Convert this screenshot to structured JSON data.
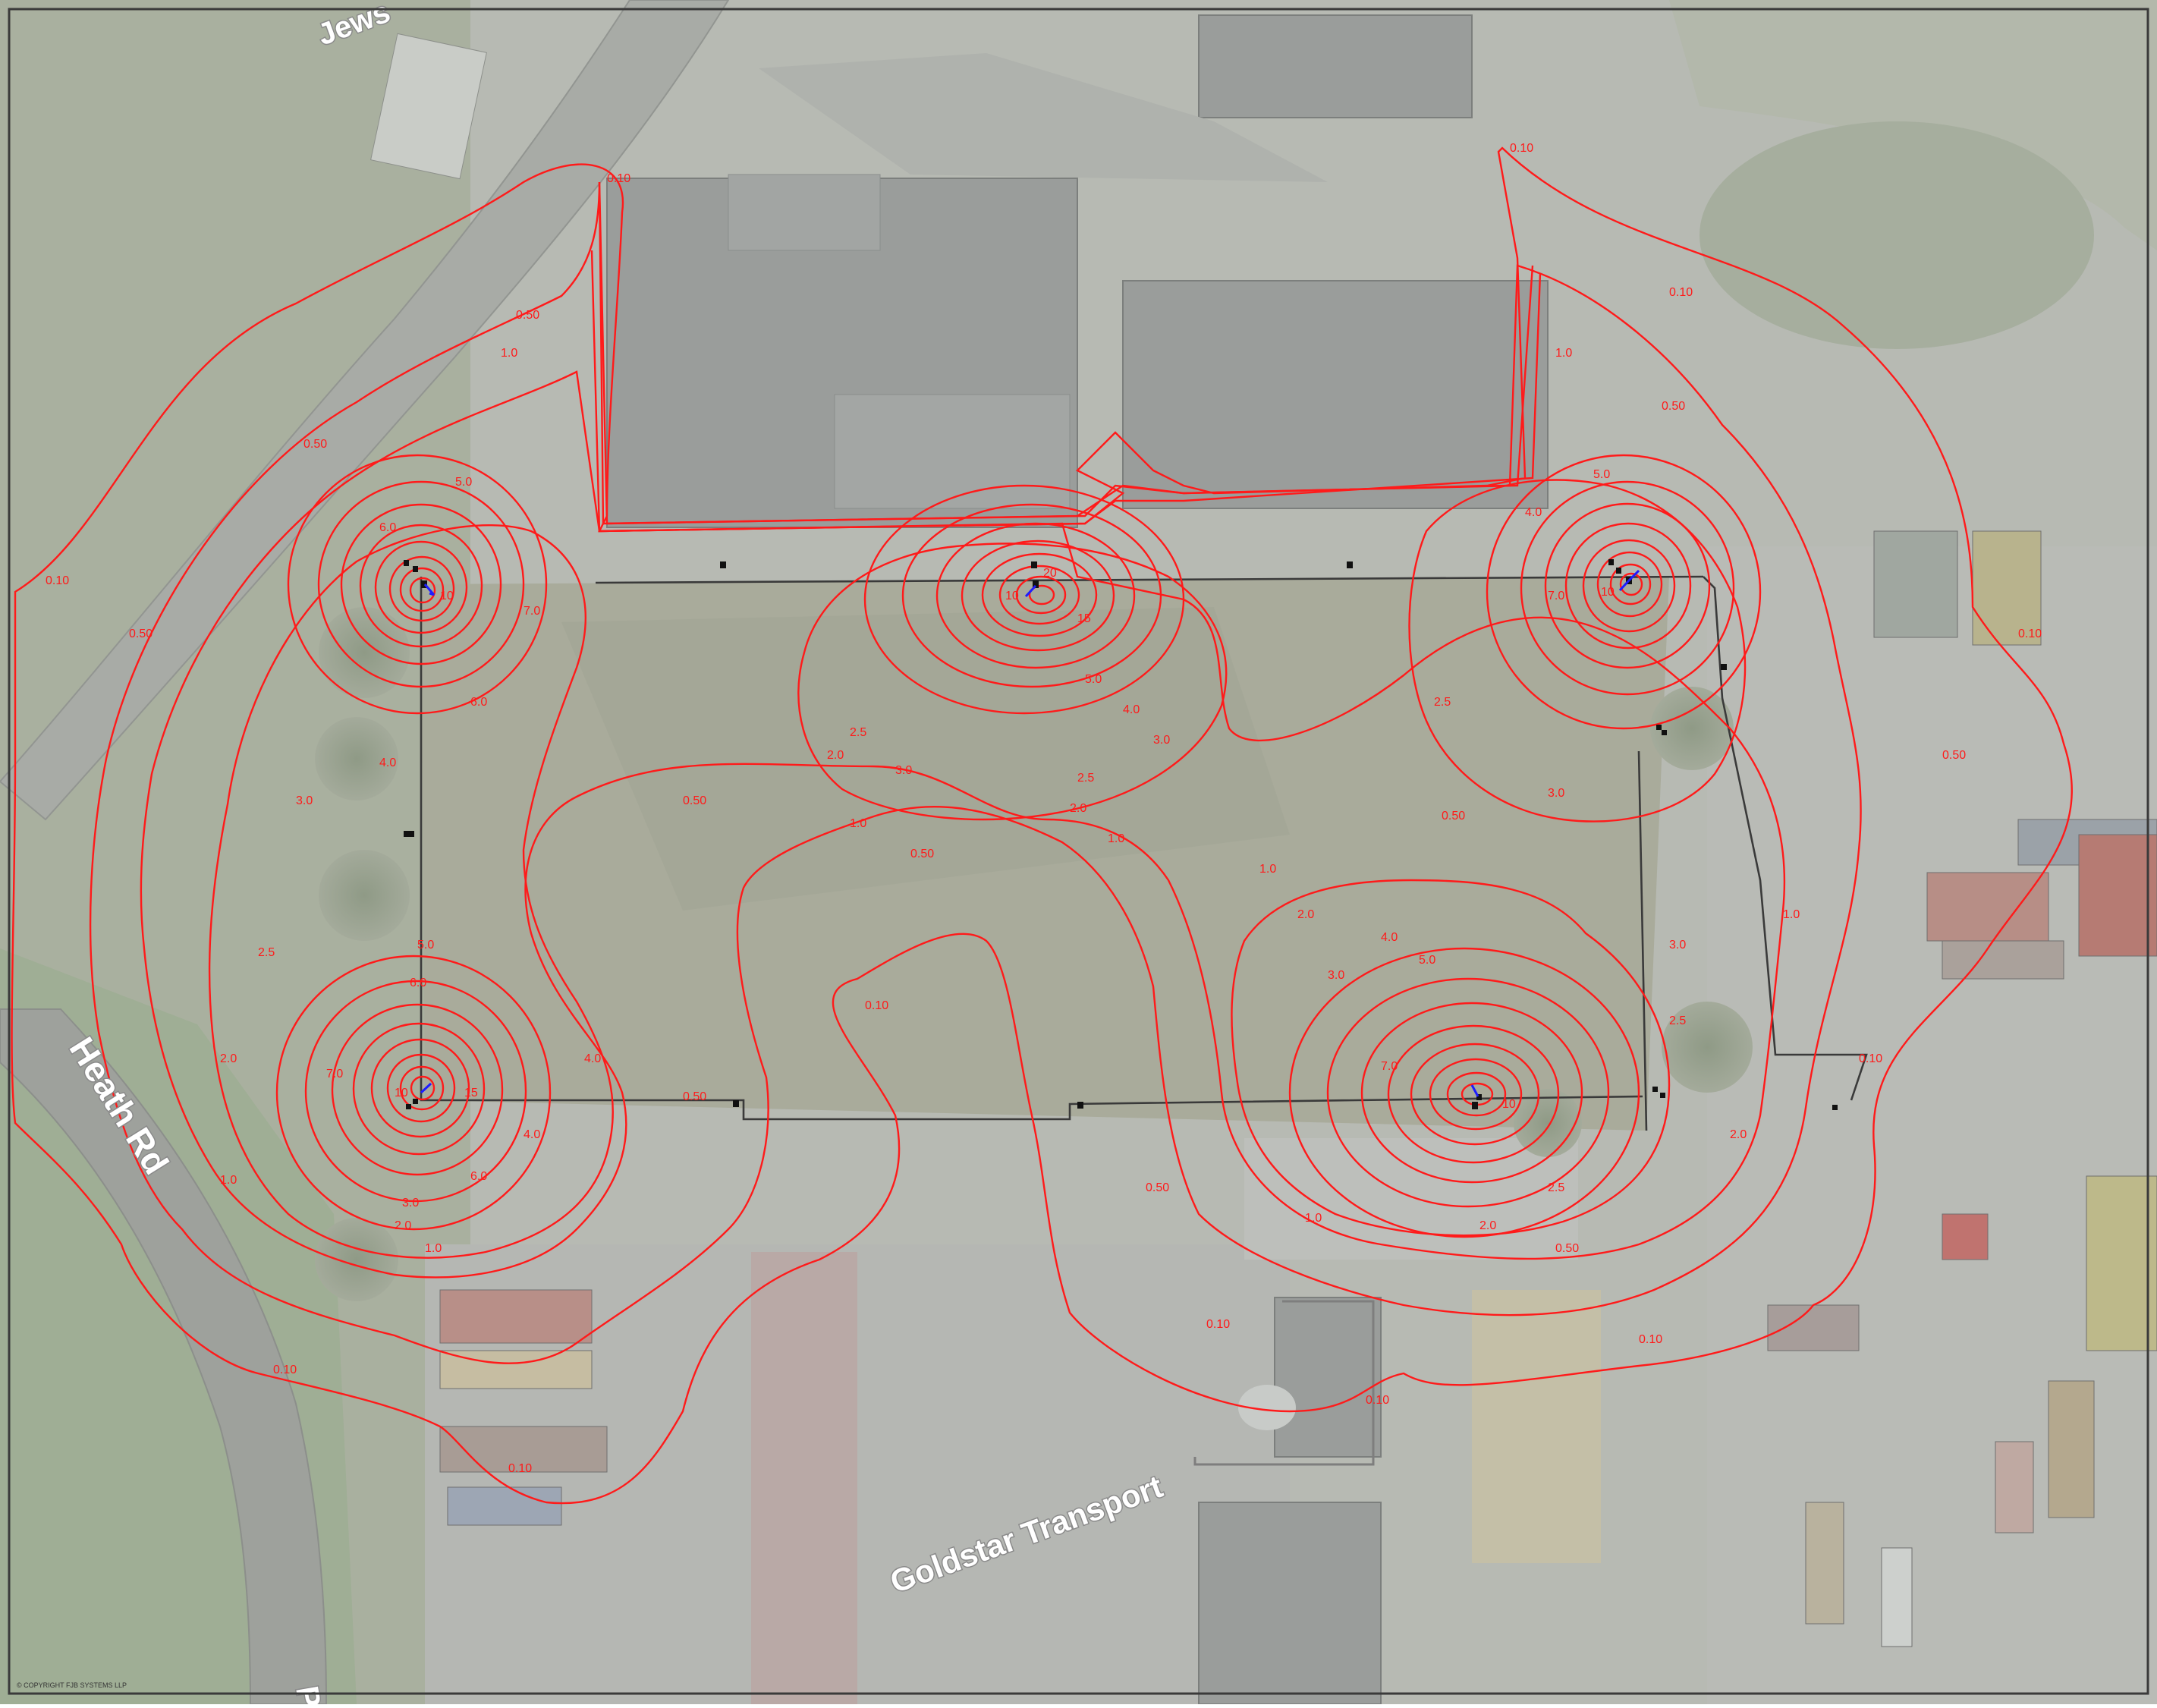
{
  "map": {
    "road_labels": [
      "Jews",
      "Heath Rd",
      "Goldstar Transport",
      "P"
    ],
    "copyright": "© COPYRIGHT FJB SYSTEMS LLP",
    "contour_color": "#ff1a1a",
    "pole_color": "#111111",
    "fitting_arrow_color": "#1d1dff",
    "contour_labels": [
      "0.10",
      "0.50",
      "1.0",
      "2.0",
      "2.5",
      "3.0",
      "4.0",
      "5.0",
      "6.0",
      "7.0",
      "10",
      "15",
      "20"
    ],
    "luminaire_hotspots": [
      "north-west",
      "north-centre",
      "north-east",
      "south-west",
      "south-east"
    ]
  }
}
